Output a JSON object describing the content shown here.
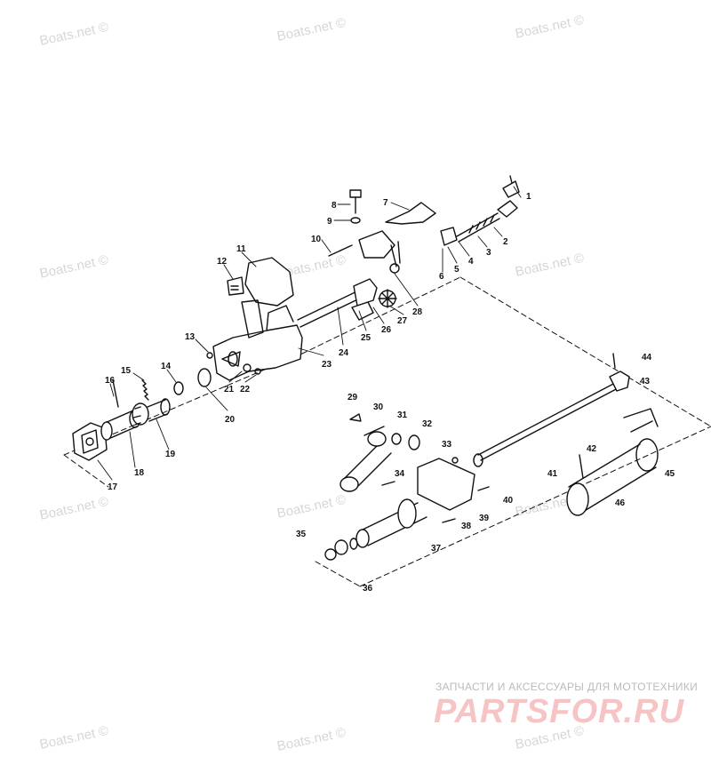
{
  "watermark_text": "Boats.net ©",
  "brand": {
    "tagline": "ЗАПЧАСТИ И АКСЕССУАРЫ ДЛЯ МОТОТЕХНИКИ",
    "logo": "PARTSFOR.RU",
    "logo_color": "#f6c4c4"
  },
  "callouts": [
    "1",
    "2",
    "3",
    "4",
    "5",
    "6",
    "7",
    "8",
    "9",
    "10",
    "11",
    "12",
    "13",
    "14",
    "15",
    "16",
    "17",
    "18",
    "19",
    "20",
    "21",
    "22",
    "23",
    "24",
    "25",
    "26",
    "27",
    "28",
    "29",
    "30",
    "31",
    "32",
    "33",
    "34",
    "35",
    "36",
    "37",
    "38",
    "39",
    "40",
    "41",
    "42",
    "43",
    "44",
    "45",
    "46"
  ],
  "colors": {
    "line": "#111111",
    "watermark": "#d6d6d6"
  }
}
